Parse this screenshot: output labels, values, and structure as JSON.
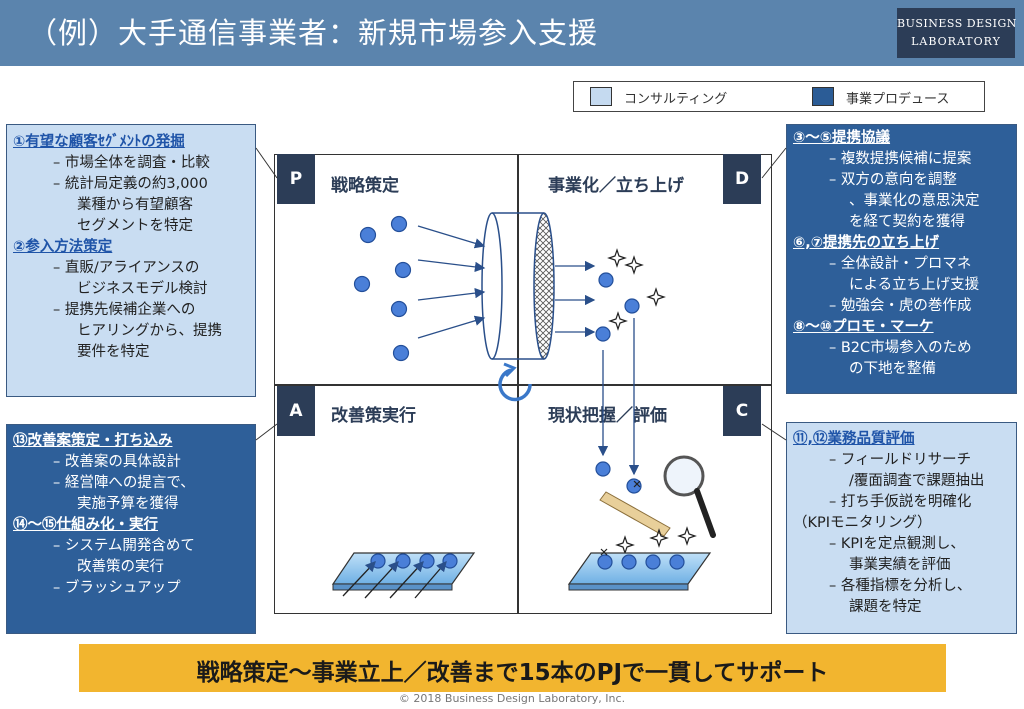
{
  "header": {
    "title": "（例）大手通信事業者：新規市場参入支援",
    "logo_line1": "BUSINESS DESIGN",
    "logo_line2": "LABORATORY"
  },
  "legend": {
    "consulting": "コンサルティング",
    "produce": "事業プロデュース",
    "colors": {
      "consulting": "#c5daf0",
      "produce": "#2b5c96"
    }
  },
  "quadrants": {
    "p": {
      "letter": "P",
      "title": "戦略策定"
    },
    "d": {
      "letter": "D",
      "title": "事業化／立ち上げ"
    },
    "a": {
      "letter": "A",
      "title": "改善策実行"
    },
    "c": {
      "letter": "C",
      "title": "現状把握／評価"
    }
  },
  "box_top_left": {
    "h1": "①有望な顧客ｾｸﾞﾒﾝﾄの発掘",
    "b1": "– 市場全体を調査・比較",
    "b2": "– 統計局定義の約3,000",
    "b2c1": "業種から有望顧客",
    "b2c2": "セグメントを特定",
    "h2": "②参入方法策定",
    "b3": "– 直販/アライアンスの",
    "b3c1": "ビジネスモデル検討",
    "b4": "– 提携先候補企業への",
    "b4c1": "ヒアリングから、提携",
    "b4c2": "要件を特定"
  },
  "box_bottom_left": {
    "h1": "⑬改善案策定・打ち込み",
    "b1": "– 改善案の具体設計",
    "b2": "– 経営陣への提言で、",
    "b2c1": "実施予算を獲得",
    "h2": "⑭～⑮仕組み化・実行",
    "b3": "– システム開発含めて",
    "b3c1": "改善策の実行",
    "b4": "– ブラッシュアップ"
  },
  "box_top_right": {
    "h1": "③～⑤提携協議",
    "b1": "– 複数提携候補に提案",
    "b2": "– 双方の意向を調整",
    "b2c1": "、事業化の意思決定",
    "b2c2": "を経て契約を獲得",
    "h2": "⑥,⑦提携先の立ち上げ",
    "b3": "– 全体設計・プロマネ",
    "b3c1": "による立ち上げ支援",
    "b4": "– 勉強会・虎の巻作成",
    "h3": "⑧～⑩プロモ・マーケ",
    "b5": "– B2C市場参入のため",
    "b5c1": "の下地を整備"
  },
  "box_bottom_right": {
    "h1": "⑪,⑫業務品質評価",
    "b1": "– フィールドリサーチ",
    "b1c1": "/覆面調査で課題抽出",
    "b2": "– 打ち手仮説を明確化",
    "b2c1": "（KPIモニタリング）",
    "b3": "– KPIを定点観測し、",
    "b3c1": "事業実績を評価",
    "b4": "– 各種指標を分析し、",
    "b4c1": "課題を特定"
  },
  "banner": {
    "text": "戦略策定～事業立上／改善まで15本のPJで一貫してサポート"
  },
  "footer": {
    "copyright": "© 2018 Business Design Laboratory, Inc."
  }
}
